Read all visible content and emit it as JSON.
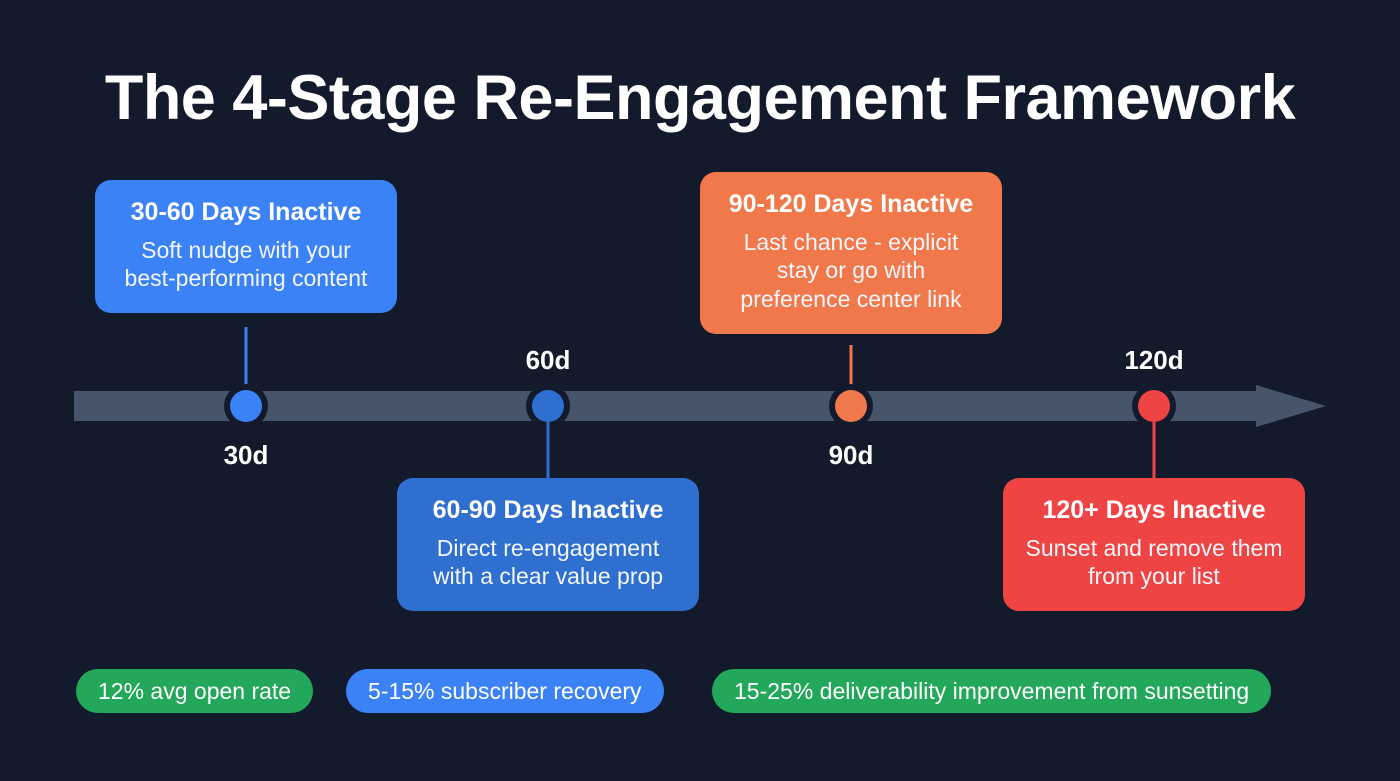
{
  "page": {
    "title": "The 4-Stage Re-Engagement Framework",
    "background_color": "#131a2b",
    "axis_color": "#47556b"
  },
  "timeline": {
    "ticks": [
      {
        "label": "30d",
        "position": "above-below",
        "color": "#3b82f6"
      },
      {
        "label": "60d",
        "color": "#2f6fd0"
      },
      {
        "label": "90d",
        "color": "#f1784a"
      },
      {
        "label": "120d",
        "color": "#ef4444"
      }
    ]
  },
  "stages": [
    {
      "id": "stage-1",
      "title": "30-60 Days Inactive",
      "description": "Soft nudge with your best-performing content",
      "tick": "30d",
      "color": "#3b82f6",
      "side": "above"
    },
    {
      "id": "stage-2",
      "title": "60-90 Days Inactive",
      "description": "Direct re-engagement with a clear value prop",
      "tick": "60d",
      "color": "#2f6fd0",
      "side": "below"
    },
    {
      "id": "stage-3",
      "title": "90-120 Days Inactive",
      "description": "Last chance - explicit stay or go with preference center link",
      "tick": "90d",
      "color": "#f1784a",
      "side": "above"
    },
    {
      "id": "stage-4",
      "title": "120+ Days Inactive",
      "description": "Sunset and remove them from your list",
      "tick": "120d",
      "color": "#ef4444",
      "side": "below"
    }
  ],
  "stats": [
    {
      "label": "12% avg open rate",
      "color": "#22a75b"
    },
    {
      "label": "5-15% subscriber recovery",
      "color": "#3b82f6"
    },
    {
      "label": "15-25% deliverability improvement from sunsetting",
      "color": "#22a75b"
    }
  ]
}
